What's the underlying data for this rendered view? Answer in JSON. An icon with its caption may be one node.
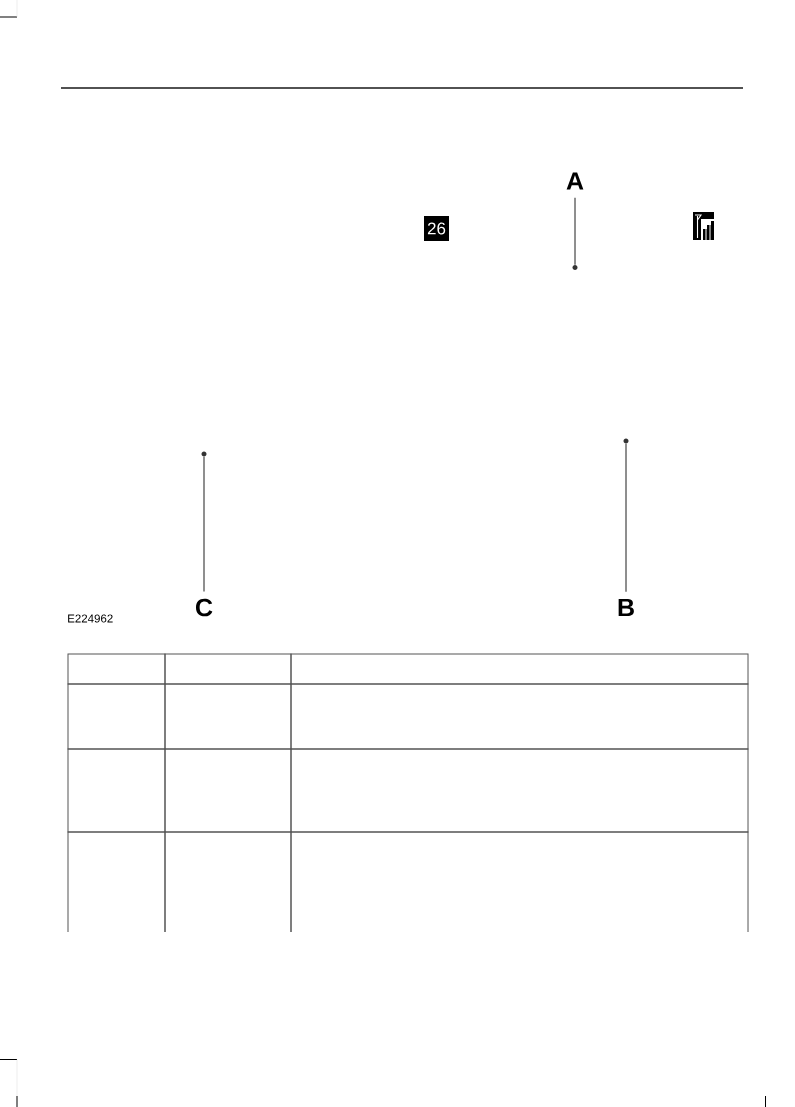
{
  "diagram": {
    "nodes": [
      {
        "text": [
          "A"
        ]
      },
      {
        "text": [
          "26"
        ]
      },
      {
        "text": [],
        "shape": "circle"
      },
      {
        "text": [],
        "shape": "circle"
      },
      {
        "text": [],
        "shape": "circle"
      },
      {
        "text": [
          "C"
        ]
      },
      {
        "text": [
          "B"
        ]
      }
    ],
    "edges": [
      {
        "from": 0,
        "to": 2,
        "arrow": "none"
      },
      {
        "from": 5,
        "to": 4,
        "arrow": "none"
      },
      {
        "from": 6,
        "to": 3,
        "arrow": "none"
      }
    ],
    "labels": [
      "E224962"
    ]
  }
}
